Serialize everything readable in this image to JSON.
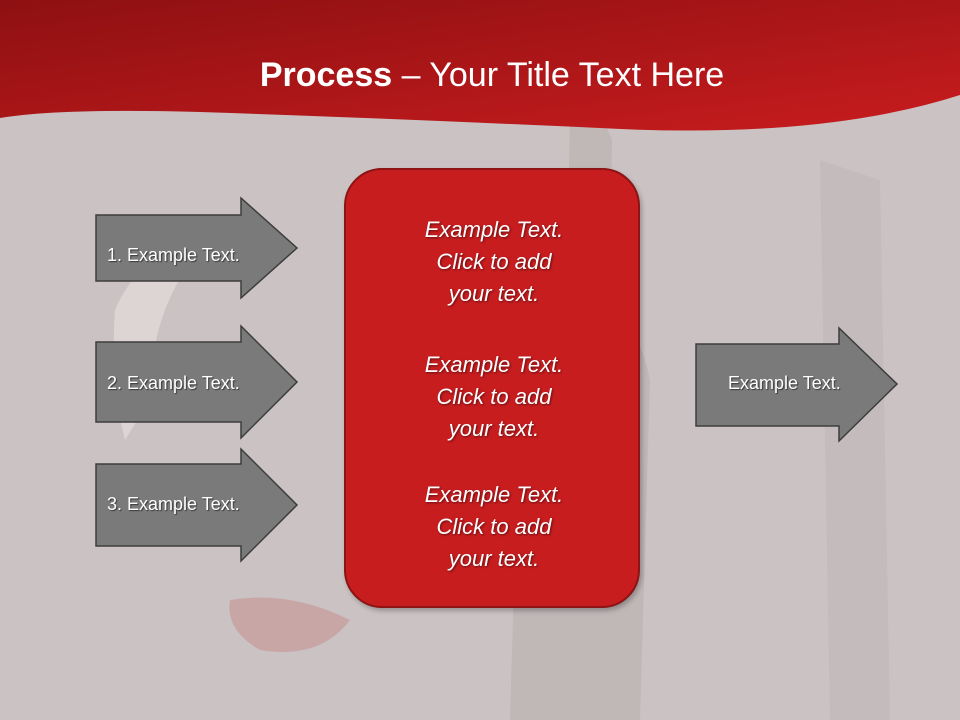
{
  "slide": {
    "title_bold": "Process",
    "title_rest": " – Your Title Text Here",
    "inputs": [
      {
        "label": "1. Example Text."
      },
      {
        "label": "2. Example Text."
      },
      {
        "label": "3. Example Text."
      }
    ],
    "center_box": {
      "paragraphs": [
        {
          "line1": "Example Text.",
          "line2": "Click  to add",
          "line3": "your text."
        },
        {
          "line1": "Example Text.",
          "line2": "Click  to add",
          "line3": "your text."
        },
        {
          "line1": "Example Text.",
          "line2": "Click  to add",
          "line3": "your text."
        }
      ]
    },
    "output": {
      "label": "Example Text."
    }
  },
  "colors": {
    "header_red": "#a51416",
    "box_red": "#c81d1f",
    "arrow_gray": "#7a7a7a",
    "background": "#cbc3c3"
  }
}
